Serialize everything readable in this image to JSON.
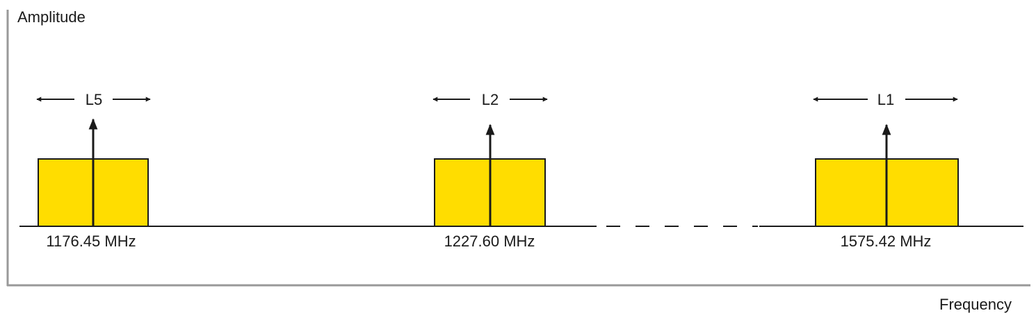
{
  "axes": {
    "y_label": "Amplitude",
    "x_label": "Frequency"
  },
  "bands": [
    {
      "name": "L5",
      "frequency_label": "1176.45 MHz"
    },
    {
      "name": "L2",
      "frequency_label": "1227.60 MHz"
    },
    {
      "name": "L1",
      "frequency_label": "1575.42 MHz"
    }
  ],
  "colors": {
    "band_fill": "#ffdd00",
    "line": "#1a1a1a",
    "axis": "#999999"
  }
}
